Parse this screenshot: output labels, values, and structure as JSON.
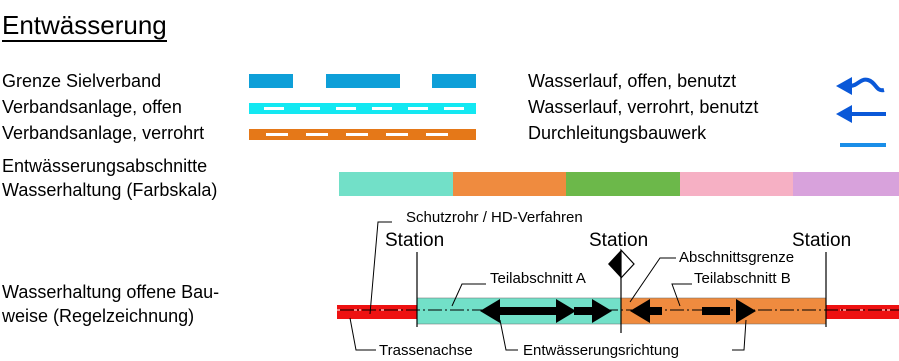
{
  "title": "Entwässerung",
  "legend_left": [
    {
      "label": "Grenze Sielverband",
      "color": "#0e9fd8"
    },
    {
      "label": "Verbandsanlage, offen",
      "color": "#13e8f2"
    },
    {
      "label": "Verbandsanlage, verrohrt",
      "color": "#e57818"
    }
  ],
  "legend_right": [
    {
      "label": "Wasserlauf, offen, benutzt",
      "icon": "wavy-arrow-icon",
      "color": "#0a58d8"
    },
    {
      "label": "Wasserlauf, verrohrt, benutzt",
      "icon": "arrow-left-icon",
      "color": "#0a58d8"
    },
    {
      "label": "Durchleitungsbauwerk",
      "icon": "line-icon",
      "color": "#1a8ee8"
    }
  ],
  "color_scale": {
    "label_line1": "Entwässerungsabschnitte",
    "label_line2": "Wasserhaltung (Farbskala)",
    "colors": [
      "#72e0c8",
      "#ef8b3f",
      "#6cb84a",
      "#f6b0c4",
      "#d8a2dc"
    ]
  },
  "regelzeichnung": {
    "label_line1": "Wasserhaltung offene Bau-",
    "label_line2": "weise (Regelzeichnung)",
    "schutzrohr": "Schutzrohr / HD-Verfahren",
    "station_left": "Station",
    "station_mid": "Station",
    "station_right": "Station",
    "abschnittsgrenze": "Abschnittsgrenze",
    "teil_a": "Teilabschnitt A",
    "teil_b": "Teilabschnitt B",
    "trassenachse": "Trassenachse",
    "richtung": "Entwässerungsrichtung",
    "colors": {
      "red": "#ee1111",
      "teal": "#72e0c8",
      "orange": "#ef8b3f"
    }
  }
}
